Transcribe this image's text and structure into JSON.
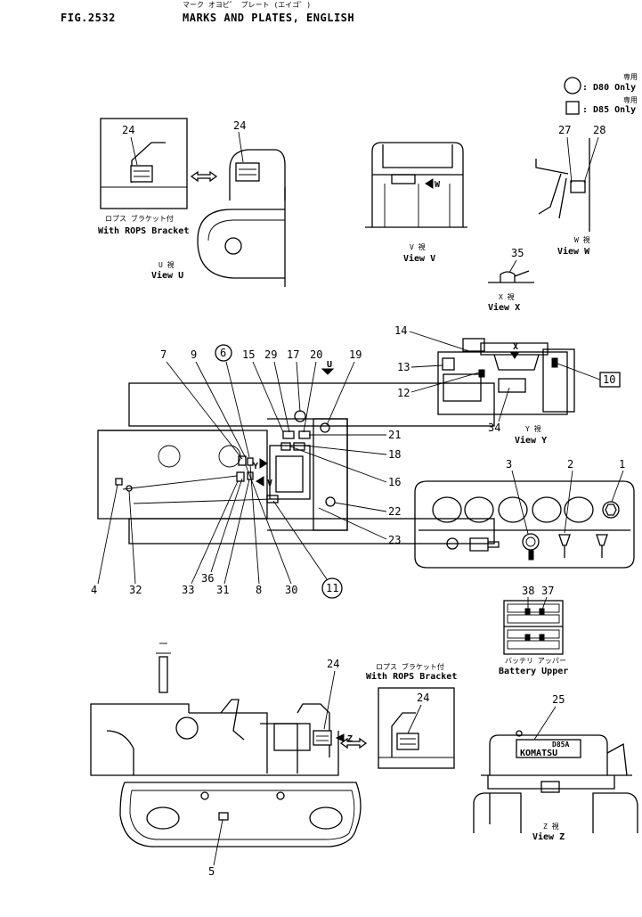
{
  "header": {
    "fig_number": "FIG.2532",
    "title_japanese": "マーク オヨビ゛ プレート (エイゴ゛)",
    "title_english": "MARKS AND PLATES, ENGLISH"
  },
  "legend": {
    "circle_japanese": "専用",
    "circle_text": ": D80 Only",
    "square_japanese": "専用",
    "square_text": ": D85 Only"
  },
  "views": {
    "rops_bracket_jp": "ロプス ブラケット付",
    "rops_bracket_en": "With ROPS Bracket",
    "u_jp": "U 視",
    "u_en": "View U",
    "v_jp": "V 視",
    "v_en": "View V",
    "w_jp": "W 視",
    "w_en": "View W",
    "x_jp": "X 視",
    "x_en": "View X",
    "y_jp": "Y 視",
    "y_en": "View Y",
    "z_jp": "Z 視",
    "z_en": "View Z",
    "rops_bracket2_jp": "ロプス ブラケット付",
    "rops_bracket2_en": "With ROPS Bracket",
    "battery_jp": "バッテリ アッパー",
    "battery_en": "Battery Upper"
  },
  "arrows": {
    "u": "U",
    "v": "V",
    "w": "W",
    "x": "X",
    "y": "Y",
    "z": "Z"
  },
  "plates": {
    "komatsu": "KOMATSU",
    "d85": "D85A"
  },
  "callouts": {
    "p1": "1",
    "p2": "2",
    "p3": "3",
    "p4": "4",
    "p5": "5",
    "p6": "6",
    "p7": "7",
    "p8": "8",
    "p9": "9",
    "p10": "10",
    "p11": "11",
    "p12": "12",
    "p13": "13",
    "p14": "14",
    "p15": "15",
    "p16": "16",
    "p17": "17",
    "p18": "18",
    "p19": "19",
    "p20": "20",
    "p21": "21",
    "p22": "22",
    "p23": "23",
    "p24a": "24",
    "p24b": "24",
    "p24c": "24",
    "p24d": "24",
    "p25": "25",
    "p27": "27",
    "p28": "28",
    "p29": "29",
    "p30": "30",
    "p31": "31",
    "p32": "32",
    "p33": "33",
    "p34": "34",
    "p35": "35",
    "p36": "36",
    "p37": "37",
    "p38": "38"
  }
}
